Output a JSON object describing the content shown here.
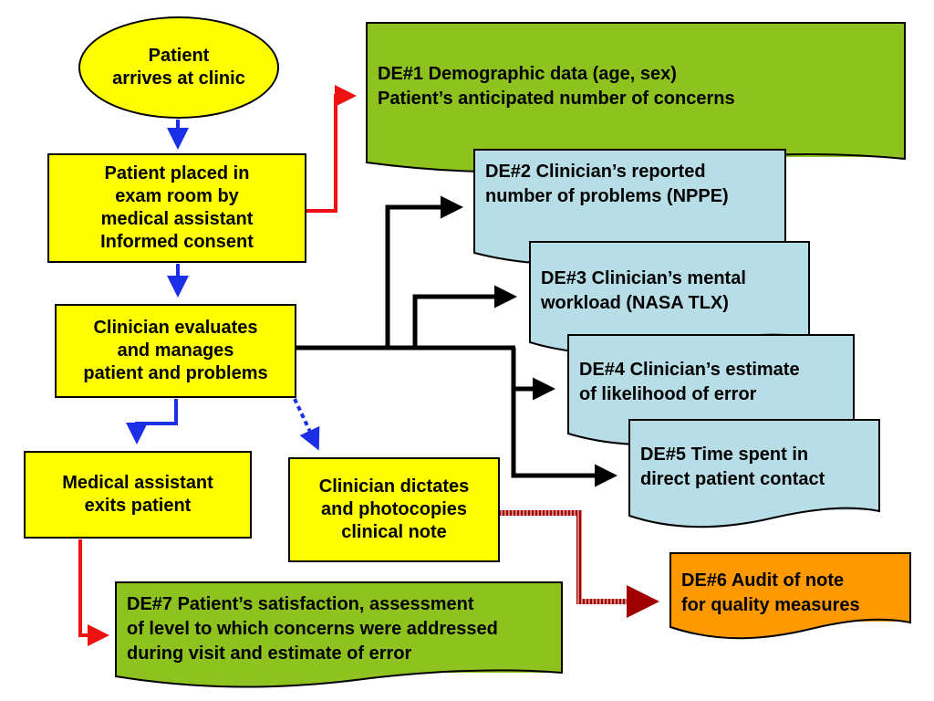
{
  "start": {
    "lines": [
      "Patient",
      "arrives at clinic"
    ]
  },
  "steps": [
    {
      "lines": [
        "Patient placed in",
        "exam room by",
        "medical assistant",
        "Informed consent"
      ]
    },
    {
      "lines": [
        "Clinician evaluates",
        "and manages",
        "patient and problems"
      ]
    },
    {
      "lines": [
        "Medical assistant",
        "exits patient"
      ]
    },
    {
      "lines": [
        "Clinician dictates",
        "and photocopies",
        "clinical note"
      ]
    }
  ],
  "data_elements": [
    {
      "lines": [
        "DE#1   Demographic data (age, sex)",
        "Patient’s anticipated number of concerns"
      ]
    },
    {
      "lines": [
        "DE#2   Clinician’s reported",
        "number of problems (NPPE)"
      ]
    },
    {
      "lines": [
        "DE#3   Clinician’s mental",
        "workload (NASA TLX)"
      ]
    },
    {
      "lines": [
        "DE#4   Clinician’s estimate",
        "of likelihood of error"
      ]
    },
    {
      "lines": [
        "DE#5   Time spent in",
        "direct patient contact"
      ]
    },
    {
      "lines": [
        "DE#6  Audit of note",
        "for quality measures"
      ]
    },
    {
      "lines": [
        "DE#7   Patient’s satisfaction, assessment",
        "of level to which concerns were addressed",
        "during visit and estimate of error"
      ]
    }
  ],
  "colors": {
    "process_fill": "#ffff00",
    "de_green": "#8dc21f",
    "de_blue": "#b7dde6",
    "de_orange": "#ff9900",
    "arrow_blue": "#1a2fe6",
    "arrow_red": "#ee1111",
    "arrow_black": "#000000",
    "arrow_hatched": "#a00000"
  }
}
